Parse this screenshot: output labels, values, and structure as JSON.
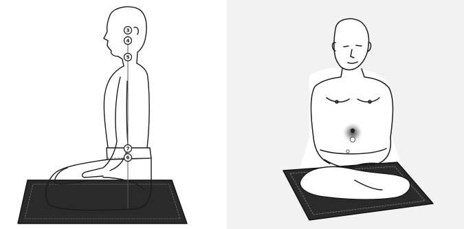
{
  "colors": {
    "line": "#1a1a1a",
    "mat_dark": "#202020",
    "right_background": "#f2f2f2",
    "glow": "#3a3a3a"
  },
  "left_figure": {
    "markers": [
      {
        "label": "3"
      },
      {
        "label": "4"
      },
      {
        "label": "5"
      },
      {
        "label": "7"
      },
      {
        "label": "6"
      }
    ]
  },
  "right_figure": {
    "focus_points": [
      "dark-point",
      "light-point",
      "small-point"
    ]
  }
}
